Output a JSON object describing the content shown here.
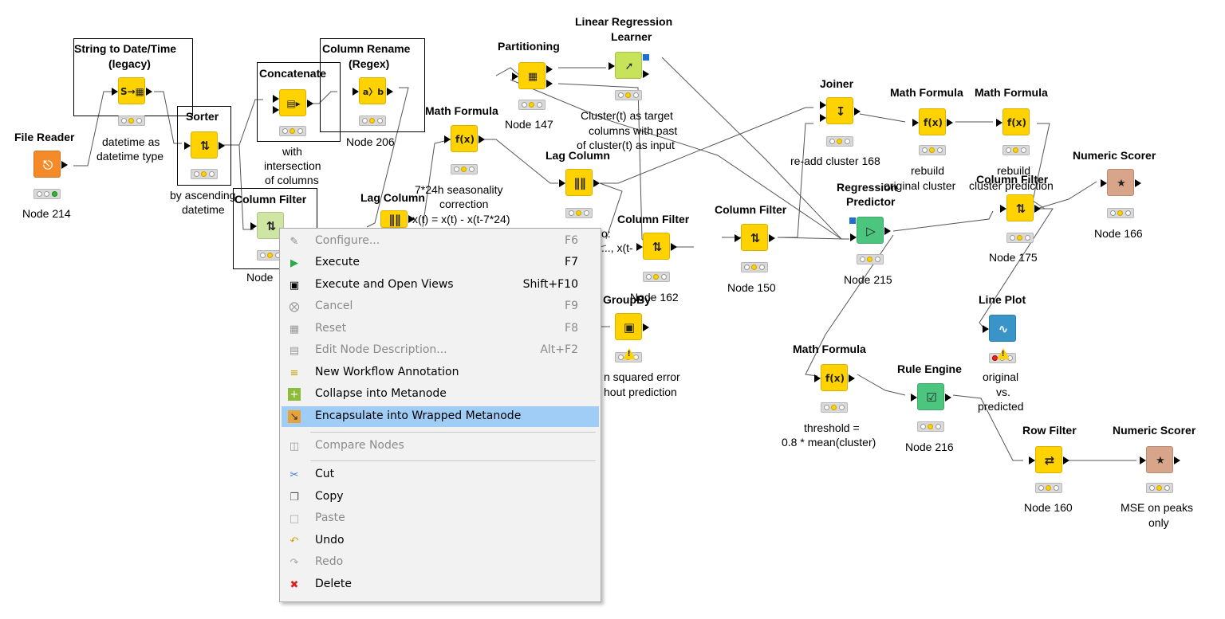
{
  "nodes": {
    "file_reader": {
      "title": "File Reader",
      "label": "Node 214"
    },
    "string_to_date": {
      "title_line1": "String to Date/Time",
      "title_line2": "(legacy)",
      "label_line1": "datetime as",
      "label_line2": "datetime type"
    },
    "sorter": {
      "title": "Sorter",
      "label_line1": "by ascending",
      "label_line2": "datetime"
    },
    "concatenate": {
      "title": "Concatenate",
      "label_line1": "with",
      "label_line2": "intersection",
      "label_line3": "of columns"
    },
    "column_rename": {
      "title_line1": "Column Rename",
      "title_line2": "(Regex)",
      "label": "Node 206"
    },
    "column_filter_1": {
      "title": "Column Filter",
      "label": "Node"
    },
    "lag_column_1": {
      "title": "Lag Column"
    },
    "math_formula_1": {
      "title": "Math Formula",
      "label_line1": "7*24h seasonality",
      "label_line2": "correction",
      "label_line3": "x(t) = x(t) - x(t-7*24)"
    },
    "partitioning": {
      "title": "Partitioning",
      "label": "Node 147"
    },
    "lin_reg_learner": {
      "title_line1": "Linear Regression",
      "title_line2": "Learner",
      "label_line1": "Cluster(t) as target",
      "label_line2": "columns with past",
      "label_line3": "of cluster(t) as input"
    },
    "lag_column_2": {
      "title": "Lag Column",
      "label_line1": "o:",
      "label_line2": "..., x(t-"
    },
    "column_filter_2": {
      "title": "Column Filter",
      "label": "Node 162"
    },
    "groupby": {
      "title": "GroupBy",
      "label_line1": "n squared error",
      "label_line2": "hout prediction"
    },
    "column_filter_3": {
      "title": "Column Filter",
      "label": "Node 150"
    },
    "joiner": {
      "title": "Joiner",
      "label": "re-add cluster 168"
    },
    "regression_predictor": {
      "title_line1": "Regression",
      "title_line2": "Predictor",
      "label": "Node 215"
    },
    "math_formula_2": {
      "title": "Math Formula",
      "label_line1": "rebuild",
      "label_line2": "original cluster"
    },
    "math_formula_3": {
      "title": "Math Formula",
      "label_line1": "rebuild",
      "label_line2": "cluster prediction"
    },
    "column_filter_4": {
      "title": "Column Filter",
      "label": "Node 175"
    },
    "numeric_scorer_1": {
      "title": "Numeric Scorer",
      "label": "Node 166"
    },
    "line_plot": {
      "title": "Line Plot",
      "label_line1": "original",
      "label_line2": "vs.",
      "label_line3": "predicted"
    },
    "math_formula_4": {
      "title": "Math Formula",
      "label_line1": "threshold =",
      "label_line2": "0.8 * mean(cluster)"
    },
    "rule_engine": {
      "title": "Rule Engine",
      "label": "Node 216"
    },
    "row_filter": {
      "title": "Row Filter",
      "label": "Node 160"
    },
    "numeric_scorer_2": {
      "title": "Numeric Scorer",
      "label_line1": "MSE on peaks",
      "label_line2": "only"
    }
  },
  "context_menu": {
    "items": [
      {
        "label": "Configure...",
        "shortcut": "F6",
        "icon": "configure-icon",
        "enabled": false
      },
      {
        "label": "Execute",
        "shortcut": "F7",
        "icon": "execute-icon",
        "enabled": true
      },
      {
        "label": "Execute and Open Views",
        "shortcut": "Shift+F10",
        "icon": "execute-open-views-icon",
        "enabled": true
      },
      {
        "label": "Cancel",
        "shortcut": "F9",
        "icon": "cancel-icon",
        "enabled": false
      },
      {
        "label": "Reset",
        "shortcut": "F8",
        "icon": "reset-icon",
        "enabled": false
      },
      {
        "label": "Edit Node Description...",
        "shortcut": "Alt+F2",
        "icon": "edit-description-icon",
        "enabled": false
      },
      {
        "label": "New Workflow Annotation",
        "shortcut": "",
        "icon": "annotation-icon",
        "enabled": true
      },
      {
        "label": "Collapse into Metanode",
        "shortcut": "",
        "icon": "collapse-icon",
        "enabled": true
      },
      {
        "label": "Encapsulate into Wrapped Metanode",
        "shortcut": "",
        "icon": "encapsulate-icon",
        "enabled": true,
        "highlighted": true
      },
      {
        "label": "Compare Nodes",
        "shortcut": "",
        "icon": "compare-icon",
        "enabled": false
      },
      {
        "label": "Cut",
        "shortcut": "",
        "icon": "cut-icon",
        "enabled": true
      },
      {
        "label": "Copy",
        "shortcut": "",
        "icon": "copy-icon",
        "enabled": true
      },
      {
        "label": "Paste",
        "shortcut": "",
        "icon": "paste-icon",
        "enabled": false
      },
      {
        "label": "Undo",
        "shortcut": "",
        "icon": "undo-icon",
        "enabled": true
      },
      {
        "label": "Redo",
        "shortcut": "",
        "icon": "redo-icon",
        "enabled": false
      },
      {
        "label": "Delete",
        "shortcut": "",
        "icon": "delete-icon",
        "enabled": true
      }
    ]
  },
  "colors": {
    "source": "#f58a29",
    "manipulator": "#ffd200",
    "learner": "#c6e35b",
    "predictor": "#4cc57e",
    "scorer": "#d9a58a",
    "viz": "#3a94c7",
    "highlight": "#9fcdf5"
  }
}
